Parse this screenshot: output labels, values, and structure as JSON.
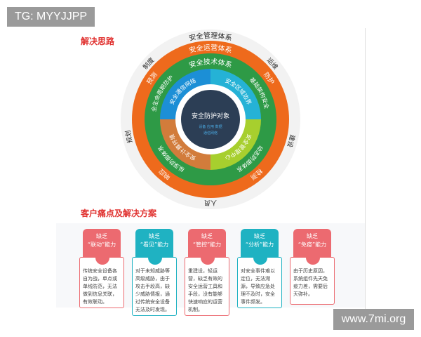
{
  "watermarks": {
    "top": "TG: MYYJJPP",
    "bottom": "www.7mi.org"
  },
  "headings": {
    "solution": "解决思路",
    "pain_points": "客户痛点及解决方案"
  },
  "diagram": {
    "outer_ring": {
      "title": "安全管理体系",
      "labels": [
        "运维",
        "建设",
        "人员",
        "规划",
        "制度"
      ],
      "color": "#f2f2f2"
    },
    "ops_ring": {
      "title": "安全运营体系",
      "labels": [
        "防护",
        "检测",
        "响应",
        "预测"
      ],
      "color": "#ee6a1c"
    },
    "tech_ring": {
      "title": "安全技术体系",
      "labels": [
        "基础架构安全",
        "动态防御体系",
        "纵深防御体系",
        "全生命周期防护"
      ],
      "color": "#2e9a46"
    },
    "quadrants": [
      {
        "label": "安全通信网络",
        "color": "#1c8fd6"
      },
      {
        "label": "安全区域边界",
        "color": "#25b2d6"
      },
      {
        "label": "安全管理中心",
        "color": "#a7cf2e"
      },
      {
        "label": "安全计算环境",
        "color": "#d27c3b"
      }
    ],
    "center": {
      "title": "安全防护对象",
      "sub1": "设备 应用 数据",
      "sub2": "通信网络",
      "color": "#2c3e55"
    }
  },
  "cards": [
    {
      "title1": "缺乏",
      "title2": "“联动”能力",
      "text": "传统安全设备各自为战，单点或单线防范，无法做到信息关联，有效联动。",
      "color": "#ec6a70"
    },
    {
      "title1": "缺乏",
      "title2": "“看见”能力",
      "text": "对于未知威胁等高级威胁，由于攻击手段高，缺少威胁情报，通过传统安全设备无法及时发现。",
      "color": "#1fb2c2"
    },
    {
      "title1": "缺乏",
      "title2": "“管控”能力",
      "text": "重建设，轻运营，缺乏有效的安全运营工具和手段，没有能够快速响应的运营机制。",
      "color": "#ec6a70"
    },
    {
      "title1": "缺乏",
      "title2": "“分析”能力",
      "text": "对安全事件难以定位，无法溯源，导致应急处理不及时，安全事件频发。",
      "color": "#1fb2c2"
    },
    {
      "title1": "缺乏",
      "title2": "“免疫”能力",
      "text": "由于历史原因，系统组件先天免疫力差，需要后天弥补。",
      "color": "#ec6a70"
    }
  ]
}
